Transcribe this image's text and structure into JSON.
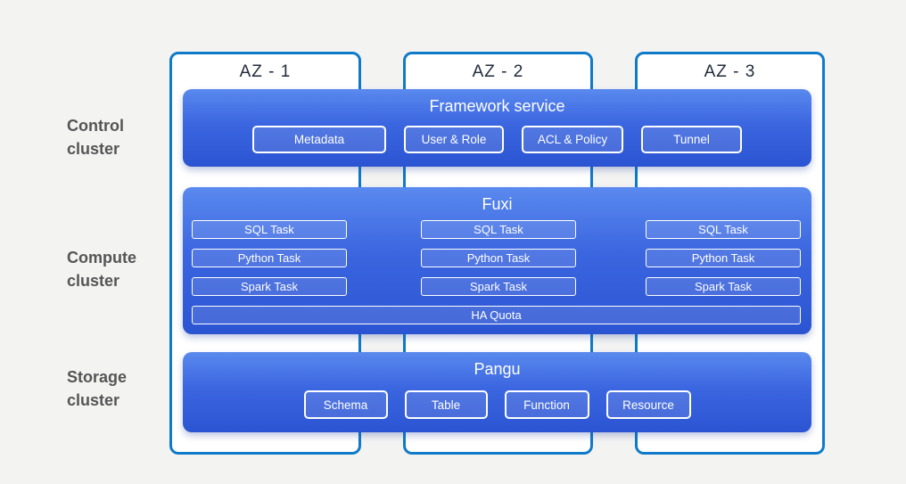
{
  "colors": {
    "background": "#f3f3f2",
    "az_border": "#0f7ac8",
    "band_gradient_top": "#5a89ee",
    "band_gradient_bottom": "#2b54d2",
    "cluster_label_text": "#555555",
    "az_label_text": "#1e2a38",
    "band_text": "#ffffff"
  },
  "az_columns": [
    {
      "label": "AZ - 1"
    },
    {
      "label": "AZ - 2"
    },
    {
      "label": "AZ - 3"
    }
  ],
  "clusters": [
    {
      "label": "Control\ncluster"
    },
    {
      "label": "Compute\ncluster"
    },
    {
      "label": "Storage\ncluster"
    }
  ],
  "framework": {
    "title": "Framework service",
    "items": [
      "Metadata",
      "User & Role",
      "ACL & Policy",
      "Tunnel"
    ]
  },
  "fuxi": {
    "title": "Fuxi",
    "columns": [
      [
        "SQL Task",
        "Python Task",
        "Spark Task"
      ],
      [
        "SQL Task",
        "Python Task",
        "Spark Task"
      ],
      [
        "SQL Task",
        "Python Task",
        "Spark Task"
      ]
    ],
    "ha_quota": "HA Quota"
  },
  "pangu": {
    "title": "Pangu",
    "items": [
      "Schema",
      "Table",
      "Function",
      "Resource"
    ]
  }
}
